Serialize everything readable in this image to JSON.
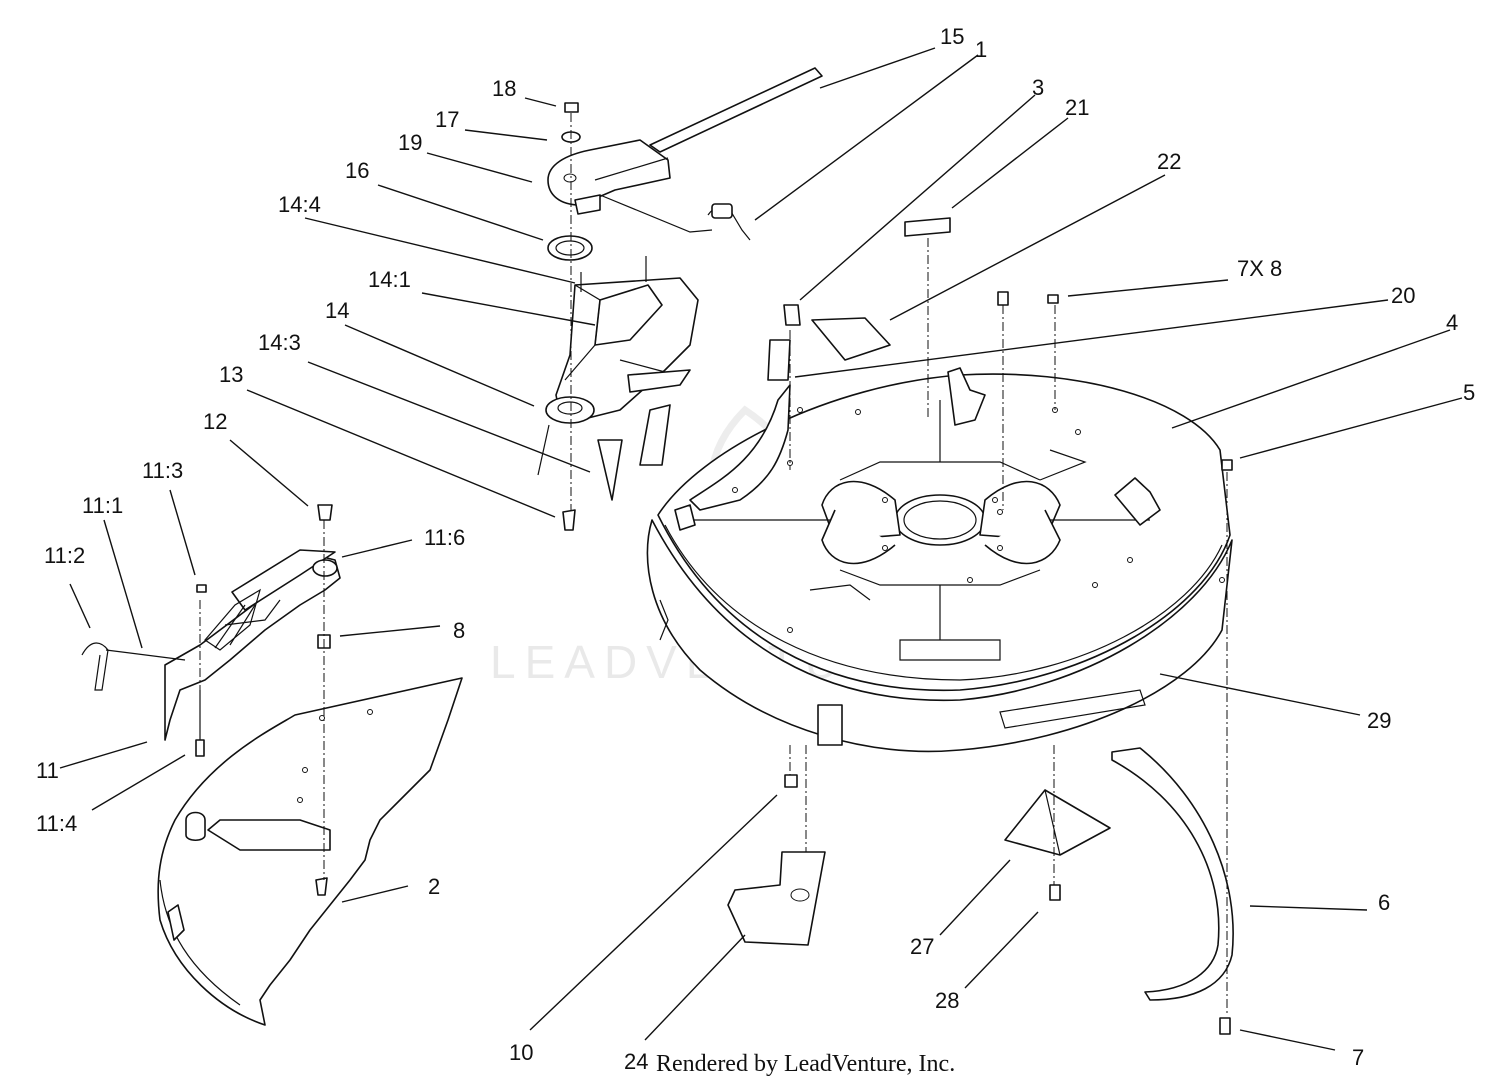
{
  "watermark": {
    "text": "LEADVENTURE",
    "logo": "leadventure-flame-logo"
  },
  "footer": {
    "credit": "Rendered by LeadVenture, Inc."
  },
  "callouts": {
    "c15": "15",
    "c1": "1",
    "c3": "3",
    "c21": "21",
    "c18": "18",
    "c17": "17",
    "c19": "19",
    "c16": "16",
    "c14_4": "14:4",
    "c22": "22",
    "c7x8": "7X 8",
    "c20": "20",
    "c14_1": "14:1",
    "c14": "14",
    "c4": "4",
    "c14_3": "14:3",
    "c13": "13",
    "c5": "5",
    "c12": "12",
    "c11_3": "11:3",
    "c11_6": "11:6",
    "c11_1": "11:1",
    "c11_2": "11:2",
    "c8": "8",
    "c29": "29",
    "c11": "11",
    "c11_4": "11:4",
    "c6": "6",
    "c2": "2",
    "c27": "27",
    "c28": "28",
    "c10": "10",
    "c24": "24",
    "c7": "7"
  }
}
